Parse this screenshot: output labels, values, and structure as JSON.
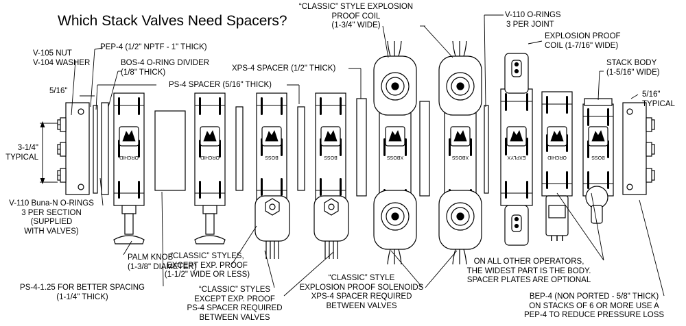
{
  "title": "Which Stack Valves Need Spacers?",
  "labels": {
    "nut_washer": [
      "V-105 NUT",
      "V-104 WASHER"
    ],
    "pep4": [
      "PEP-4 (1/2\"  NPTF - 1\" THICK)"
    ],
    "bos4": [
      "BOS-4 O-RING DIVIDER",
      "(1/8\" THICK)"
    ],
    "dim_left": [
      "5/16\""
    ],
    "typical_height": [
      "3-1/4\"",
      "TYPICAL"
    ],
    "buna_orings": [
      "V-110 Buna-N O-RINGS",
      "3 PER SECTION",
      "(SUPPLIED",
      "WITH VALVES)"
    ],
    "ps4": [
      "PS-4 SPACER (5/16\" THICK)"
    ],
    "xps4": [
      "XPS-4 SPACER (1/2\" THICK)"
    ],
    "classic_exp_coil": [
      "“CLASSIC” STYLE EXPLOSION",
      "PROOF COIL",
      "(1-3/4\" WIDE)"
    ],
    "v110_joint": [
      "V-110 O-RINGS",
      "3 PER JOINT"
    ],
    "exp_coil": [
      "EXPLOSION PROOF",
      "COIL (1-7/16\" WIDE)"
    ],
    "stack_body": [
      "STACK BODY",
      "(1-5/16\" WIDE)"
    ],
    "dim_right": [
      "5/16\"",
      "TYPICAL"
    ],
    "palm_knob": [
      "PALM KNOB",
      "(1-3/8\" DIAMETER)"
    ],
    "ps4_125": [
      "PS-4-1.25 FOR BETTER SPACING",
      "(1-1/4\" THICK)"
    ],
    "classic_except": [
      "“CLASSIC” STYLES,",
      "EXCEPT  EXP. PROOF",
      "(1-1/2\" WIDE OR LESS)"
    ],
    "classic_ps4": [
      "“CLASSIC” STYLES",
      "EXCEPT EXP. PROOF",
      "PS-4 SPACER REQUIRED",
      "BETWEEN VALVES"
    ],
    "classic_xps4": [
      "“CLASSIC” STYLE",
      "EXPLOSION PROOF SOLENOIDS",
      "XPS-4 SPACER REQUIRED",
      "BETWEEN VALVES"
    ],
    "other_ops": [
      "ON ALL OTHER OPERATORS,",
      "THE WIDEST PART IS THE BODY.",
      "SPACER PLATES ARE OPTIONAL"
    ],
    "bep4": [
      "BEP-4 (NON PORTED - 5/8\" THICK)",
      "ON STACKS OF 6 OR MORE USE A",
      "PEP-4 TO REDUCE PRESSURE LOSS"
    ]
  },
  "valve_labels": [
    "ORCHID",
    "ORCHID",
    "BOSS",
    "BOSS",
    "XBOSS",
    "XBOSS",
    "EXPLYX",
    "ORCHID",
    "BOSS"
  ]
}
